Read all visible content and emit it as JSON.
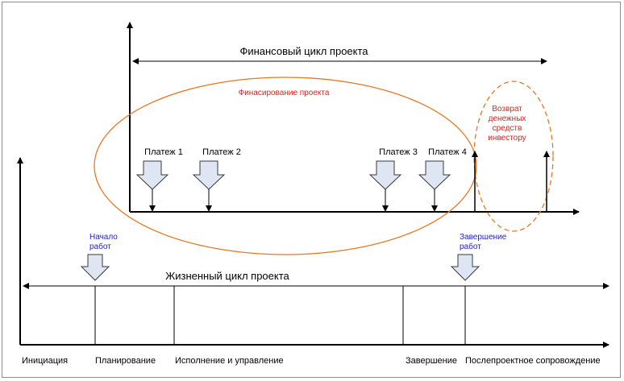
{
  "financial_cycle": {
    "title": "Финансовый цикл проекта",
    "financing_label": "Финасирование проекта",
    "payments": [
      "Платеж 1",
      "Платеж 2",
      "Платеж 3",
      "Платеж 4"
    ],
    "return_label": [
      "Возврат",
      "денежных",
      "средств",
      "инвестору"
    ]
  },
  "life_cycle": {
    "title": "Жизненный цикл проекта",
    "start_label": [
      "Начало",
      "работ"
    ],
    "end_label": [
      "Завершение",
      "работ"
    ],
    "phases": [
      "Инициация",
      "Планирование",
      "Исполнение и управление",
      "Завершение",
      "Послепроектное сопровождение"
    ]
  },
  "colors": {
    "ellipse": "#e87722",
    "return_text": "#e02020",
    "milestone_text": "#2222cc",
    "block_arrow_fill": "#dde6f2",
    "block_arrow_stroke": "#3a3a3a"
  }
}
